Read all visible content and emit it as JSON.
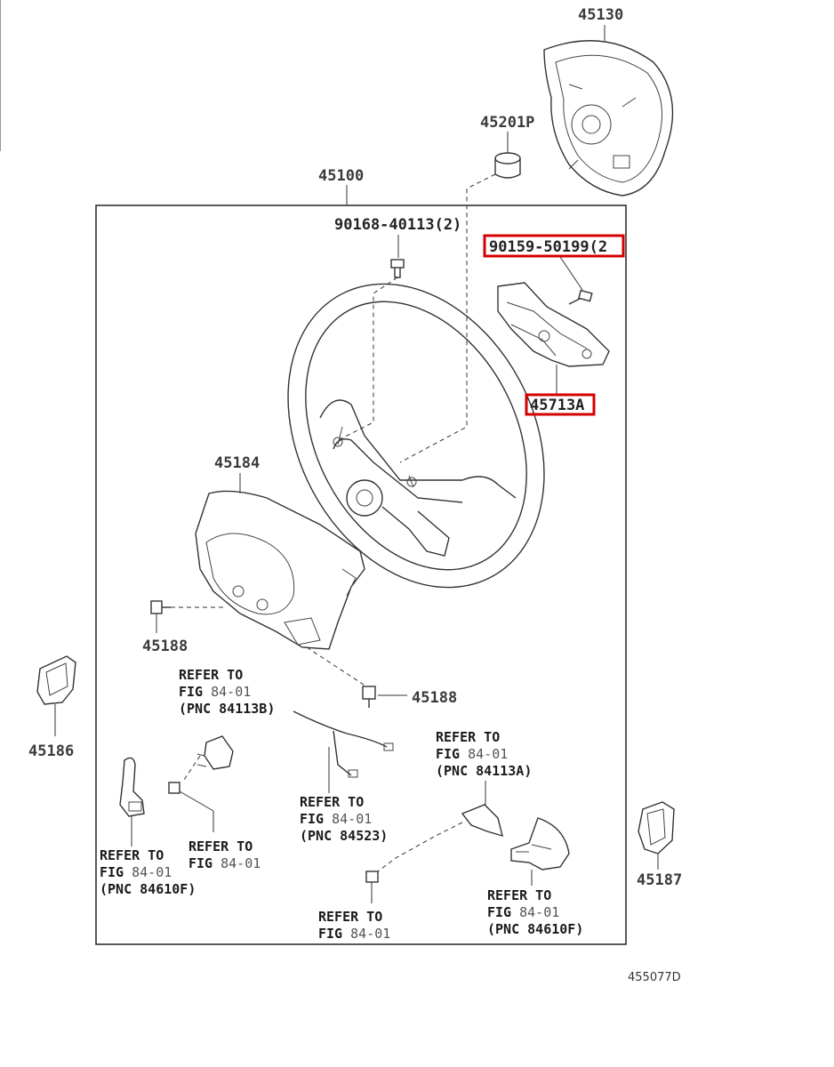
{
  "diagram": {
    "parts": {
      "p45130": "45130",
      "p45201p": "45201P",
      "p45100": "45100",
      "p90168": "90168-40113(2)",
      "p90159": "90159-50199(2",
      "p45713a": "45713A",
      "p45184": "45184",
      "p45188_left": "45188",
      "p45188_right": "45188",
      "p45186": "45186",
      "p45187": "45187"
    },
    "refs": {
      "r84113b": {
        "l1": "REFER TO",
        "l2a": "FIG ",
        "l2b": "84-01",
        "l3": "(PNC 84113B)"
      },
      "r84523": {
        "l1": "REFER TO",
        "l2a": "FIG ",
        "l2b": "84-01",
        "l3": "(PNC 84523)"
      },
      "r84113a": {
        "l1": "REFER TO",
        "l2a": "FIG ",
        "l2b": "84-01",
        "l3": "(PNC 84113A)"
      },
      "r84610f_left": {
        "l1": "REFER TO",
        "l2a": "FIG ",
        "l2b": "84-01",
        "l3": "(PNC 84610F)"
      },
      "r_fig_mid": {
        "l1": "REFER TO",
        "l2a": "FIG ",
        "l2b": "84-01"
      },
      "r_fig_bottom": {
        "l1": "REFER TO",
        "l2a": "FIG ",
        "l2b": "84-01"
      },
      "r84610f_right": {
        "l1": "REFER TO",
        "l2a": "FIG ",
        "l2b": "84-01",
        "l3": "(PNC 84610F)"
      }
    },
    "drawing_code": "455077D",
    "highlight_color": "#d40000"
  }
}
